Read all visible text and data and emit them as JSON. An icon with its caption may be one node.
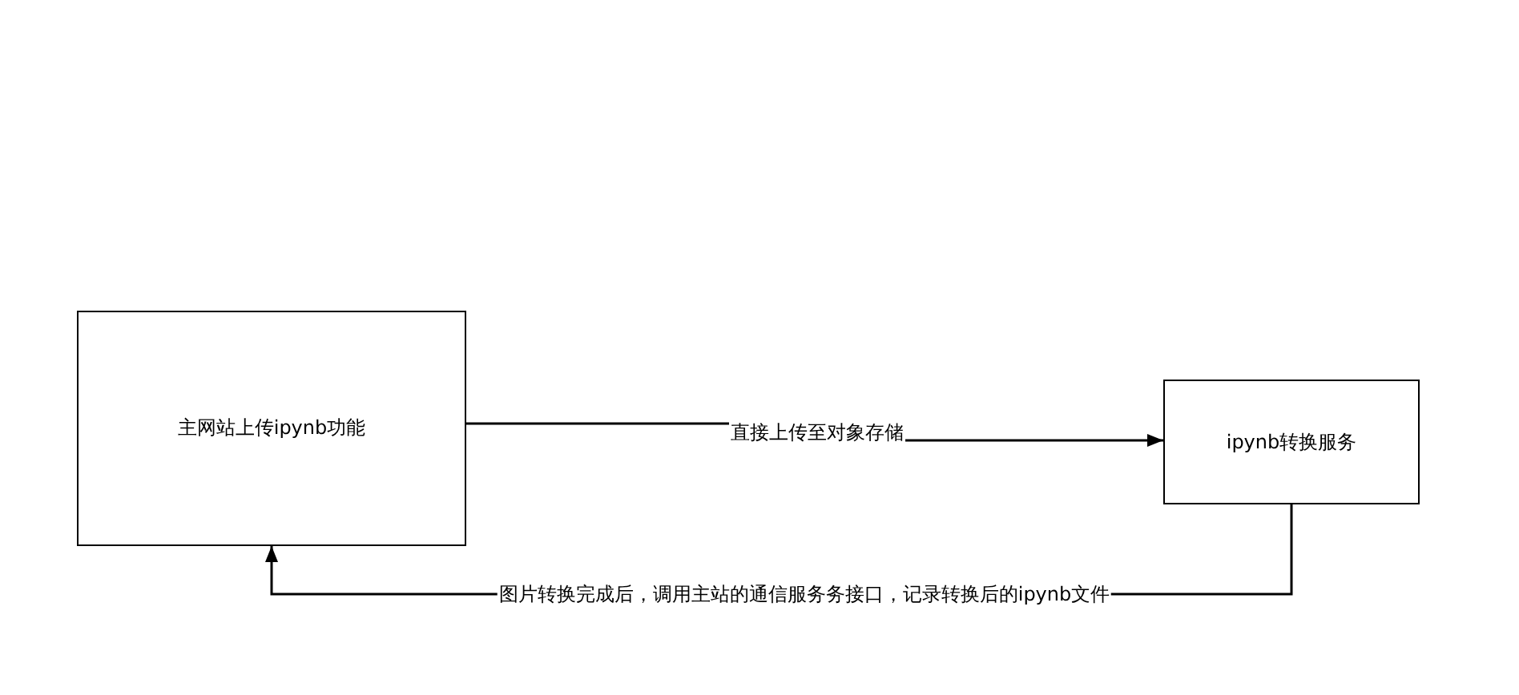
{
  "diagram": {
    "nodes": [
      {
        "text": [
          "主网站上传ipynb功能"
        ]
      },
      {
        "text": [
          "ipynb转换服务"
        ]
      }
    ],
    "edges": [
      {
        "from": 0,
        "to": 1,
        "arrow": "to",
        "label": "直接上传至对象存储"
      },
      {
        "from": 1,
        "to": 0,
        "arrow": "to",
        "label": "图片转换完成后，调用主站的通信服务务接口，记录转换后的ipynb文件"
      }
    ]
  }
}
